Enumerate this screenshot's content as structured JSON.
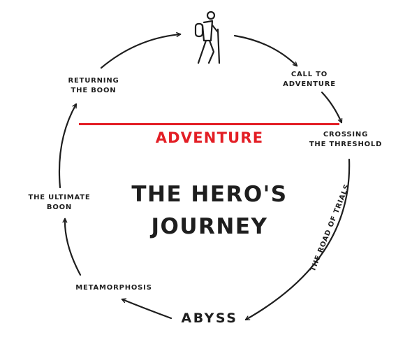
{
  "diagram": {
    "title": "THE HERO'S\nJOURNEY",
    "adventure": "ADVENTURE",
    "abyss": "ABYSS",
    "stages": {
      "call_to_adventure": "CALL TO\nADVENTURE",
      "crossing_the_threshold": "CROSSING\nTHE THRESHOLD",
      "road_of_trials": "THE ROAD OF TRIALS",
      "metamorphosis": "METAMORPHOSIS",
      "ultimate_boon": "THE ULTIMATE\nBOON",
      "returning_the_boon": "RETURNING\nTHE BOON"
    },
    "icon": "hiker-icon",
    "colors": {
      "accent": "#e31e25",
      "ink": "#1e1e1e"
    }
  }
}
